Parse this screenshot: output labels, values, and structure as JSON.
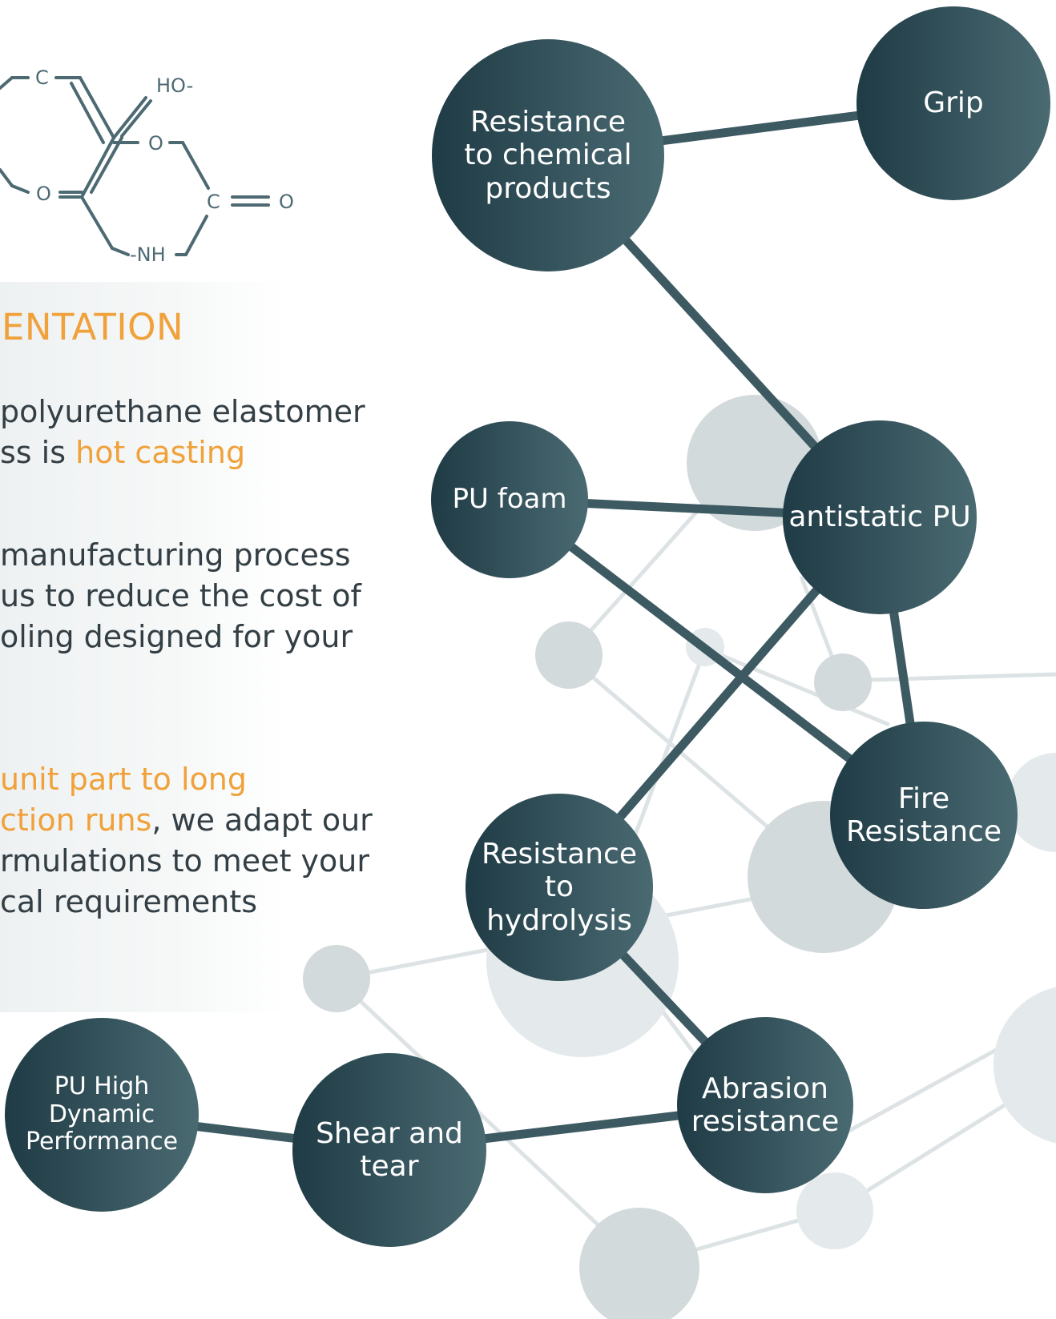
{
  "molecule": {
    "atom_c_top": "C",
    "atom_ho": "HO-",
    "atom_o_ring": "O",
    "atom_o_left": "O",
    "atom_c_right": "C",
    "atom_o_right": "O",
    "atom_nh": "-NH"
  },
  "section": {
    "title": "ENTATION",
    "para1": {
      "l1": "polyurethane   elastomer",
      "l2a": "ss is ",
      "l2_hl": "hot casting"
    },
    "para2": {
      "l1": "manufacturing   process",
      "l2": " us to reduce the cost of",
      "l3": "oling  designed  for  your"
    },
    "para3": {
      "l1_hl": " unit    part    to    long",
      "l2_hl": "ction runs",
      "l2b": ", we adapt our",
      "l3": "rmulations to meet your",
      "l4": "cal requirements"
    }
  },
  "nodes": {
    "chemical": "Resistance\nto chemical\nproducts",
    "grip": "Grip",
    "pufoam": "PU foam",
    "antistatic": "antistatic PU",
    "fire": "Fire\nResistance",
    "hydrolysis": "Resistance to\nhydrolysis",
    "abrasion": "Abrasion\nresistance",
    "shear": "Shear and\ntear",
    "dynamic": "PU High\nDynamic\nPerformance"
  },
  "colors": {
    "node_dark": "#1f3b45",
    "node_light": "#4a6a72",
    "accent": "#f0a13a",
    "text": "#333f45",
    "bg_circle": "#d3dadc",
    "bg_circle_light": "#e4eaeb"
  }
}
